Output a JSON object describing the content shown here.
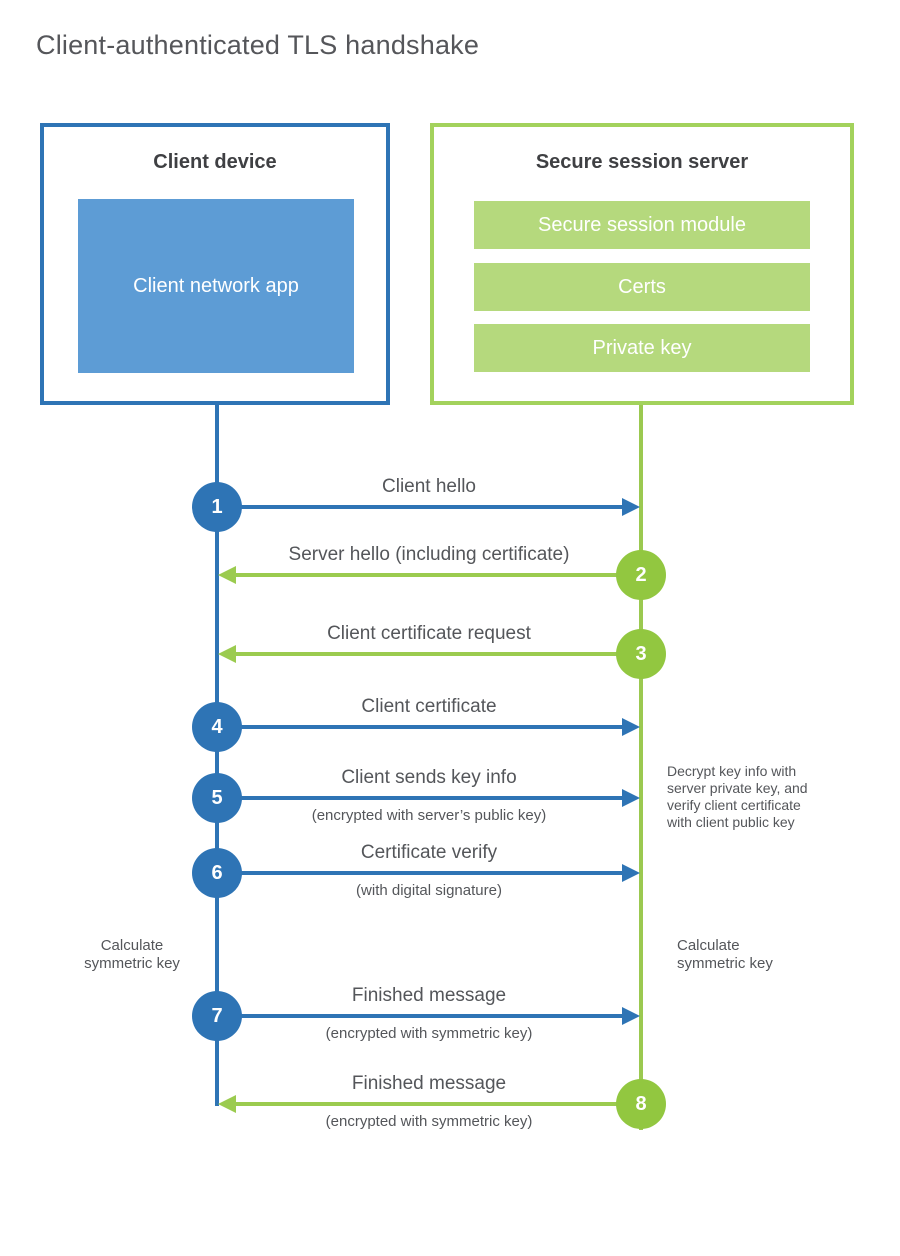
{
  "title": "Client-authenticated TLS handshake",
  "colors": {
    "blue_line": "#2e74b5",
    "blue_fill": "#5d9cd5",
    "green_line": "#9bcb4f",
    "green_circle": "#92c740",
    "green_fill": "#b5d97d",
    "green_border": "#a3d25c",
    "text": "#54565a"
  },
  "client": {
    "title": "Client device",
    "app_label": "Client network app"
  },
  "server": {
    "title": "Secure session server",
    "modules": [
      "Secure session module",
      "Certs",
      "Private key"
    ]
  },
  "steps": [
    {
      "num": "1",
      "dir": "right",
      "label": "Client hello",
      "sub": ""
    },
    {
      "num": "2",
      "dir": "left",
      "label": "Server hello (including certificate)",
      "sub": ""
    },
    {
      "num": "3",
      "dir": "left",
      "label": "Client certificate request",
      "sub": ""
    },
    {
      "num": "4",
      "dir": "right",
      "label": "Client certificate",
      "sub": ""
    },
    {
      "num": "5",
      "dir": "right",
      "label": "Client sends key info",
      "sub": "(encrypted with server’s public key)"
    },
    {
      "num": "6",
      "dir": "right",
      "label": "Certificate verify",
      "sub": "(with digital signature)"
    },
    {
      "num": "7",
      "dir": "right",
      "label": "Finished message",
      "sub": "(encrypted with symmetric key)"
    },
    {
      "num": "8",
      "dir": "left",
      "label": "Finished message",
      "sub": "(encrypted with symmetric key)"
    }
  ],
  "notes": {
    "decrypt": "Decrypt key info with server private key, and verify client certificate with client public key",
    "calc_left": "Calculate symmetric key",
    "calc_right": "Calculate symmetric key"
  }
}
